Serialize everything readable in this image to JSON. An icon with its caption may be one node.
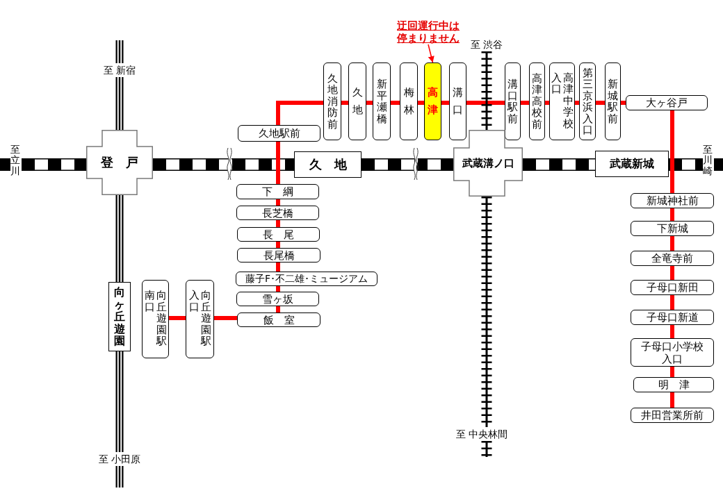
{
  "diagram": {
    "nodes": [
      {
        "text": [
          "迂回運行中は停まりません"
        ]
      },
      {
        "text": [
          "至 渋谷"
        ]
      },
      {
        "text": [
          "至 新宿"
        ]
      },
      {
        "text": [
          "久地消防前"
        ]
      },
      {
        "text": [
          "久地"
        ]
      },
      {
        "text": [
          "新平瀬橋"
        ]
      },
      {
        "text": [
          "梅林"
        ]
      },
      {
        "text": [
          "高津"
        ]
      },
      {
        "text": [
          "溝口"
        ]
      },
      {
        "text": [
          "溝口駅前"
        ]
      },
      {
        "text": [
          "高津高校前"
        ]
      },
      {
        "text": [
          "高津中学校入口"
        ]
      },
      {
        "text": [
          "第三京浜入口"
        ]
      },
      {
        "text": [
          "新城駅前"
        ]
      },
      {
        "text": [
          "大ヶ谷戸"
        ]
      },
      {
        "text": [
          "久地駅前"
        ]
      },
      {
        "text": [
          "至立川"
        ]
      },
      {
        "text": [
          "登　戸"
        ]
      },
      {
        "text": [
          "久　地"
        ]
      },
      {
        "text": [
          "武蔵溝ノ口"
        ]
      },
      {
        "text": [
          "武蔵新城"
        ]
      },
      {
        "text": [
          "至川崎"
        ]
      },
      {
        "text": [
          "下　綱"
        ]
      },
      {
        "text": [
          "新城神社前"
        ]
      },
      {
        "text": [
          "長芝橋"
        ]
      },
      {
        "text": [
          "長　尾"
        ]
      },
      {
        "text": [
          "下新城"
        ]
      },
      {
        "text": [
          "長尾橋"
        ]
      },
      {
        "text": [
          "全竜寺前"
        ]
      },
      {
        "text": [
          "藤子F･不二雄･ミュージアム"
        ]
      },
      {
        "text": [
          "向ヶ丘遊園"
        ]
      },
      {
        "text": [
          "向丘遊園駅南口"
        ]
      },
      {
        "text": [
          "向丘遊園駅入口"
        ]
      },
      {
        "text": [
          "雪ヶ坂"
        ]
      },
      {
        "text": [
          "子母口新田"
        ]
      },
      {
        "text": [
          "飯　室"
        ]
      },
      {
        "text": [
          "子母口新道"
        ]
      },
      {
        "text": [
          "子母口小学校入口"
        ]
      },
      {
        "text": [
          "明　津"
        ]
      },
      {
        "text": [
          "井田営業所前"
        ]
      },
      {
        "text": [
          "至 中央林間"
        ]
      },
      {
        "text": [
          "至 小田原"
        ]
      }
    ],
    "edges": [
      {
        "from": 31,
        "to": 32,
        "arrow": "none"
      },
      {
        "from": 32,
        "to": 35,
        "arrow": "none"
      },
      {
        "from": 35,
        "to": 33,
        "arrow": "none"
      },
      {
        "from": 33,
        "to": 29,
        "arrow": "none"
      },
      {
        "from": 29,
        "to": 27,
        "arrow": "none"
      },
      {
        "from": 27,
        "to": 25,
        "arrow": "none"
      },
      {
        "from": 25,
        "to": 24,
        "arrow": "none"
      },
      {
        "from": 24,
        "to": 22,
        "arrow": "none"
      },
      {
        "from": 22,
        "to": 15,
        "arrow": "none"
      },
      {
        "from": 15,
        "to": 3,
        "arrow": "none"
      },
      {
        "from": 3,
        "to": 4,
        "arrow": "none"
      },
      {
        "from": 4,
        "to": 5,
        "arrow": "none"
      },
      {
        "from": 5,
        "to": 6,
        "arrow": "none"
      },
      {
        "from": 6,
        "to": 7,
        "arrow": "none"
      },
      {
        "from": 7,
        "to": 8,
        "arrow": "none"
      },
      {
        "from": 8,
        "to": 9,
        "arrow": "none"
      },
      {
        "from": 9,
        "to": 10,
        "arrow": "none"
      },
      {
        "from": 10,
        "to": 11,
        "arrow": "none"
      },
      {
        "from": 11,
        "to": 12,
        "arrow": "none"
      },
      {
        "from": 12,
        "to": 13,
        "arrow": "none"
      },
      {
        "from": 13,
        "to": 14,
        "arrow": "none"
      },
      {
        "from": 14,
        "to": 23,
        "arrow": "none"
      },
      {
        "from": 23,
        "to": 26,
        "arrow": "none"
      },
      {
        "from": 26,
        "to": 28,
        "arrow": "none"
      },
      {
        "from": 28,
        "to": 34,
        "arrow": "none"
      },
      {
        "from": 34,
        "to": 36,
        "arrow": "none"
      },
      {
        "from": 36,
        "to": 37,
        "arrow": "none"
      },
      {
        "from": 37,
        "to": 38,
        "arrow": "none"
      },
      {
        "from": 38,
        "to": 39,
        "arrow": "none"
      },
      {
        "from": 0,
        "to": 7,
        "arrow": "to"
      },
      {
        "from": null,
        "to": 16,
        "arrow": "none",
        "style": "thick",
        "color": "#000000"
      },
      {
        "from": 16,
        "to": 17,
        "arrow": "none",
        "style": "thick",
        "color": "#000000"
      },
      {
        "from": 17,
        "to": 18,
        "arrow": "none",
        "style": "thick",
        "color": "#000000"
      },
      {
        "from": 18,
        "to": 19,
        "arrow": "none",
        "style": "thick",
        "color": "#000000"
      },
      {
        "from": 19,
        "to": 20,
        "arrow": "none",
        "style": "thick",
        "color": "#000000"
      },
      {
        "from": 20,
        "to": 21,
        "arrow": "none",
        "style": "thick",
        "color": "#000000"
      },
      {
        "from": 21,
        "to": null,
        "arrow": "none",
        "style": "thick",
        "color": "#000000"
      },
      {
        "from": null,
        "to": 2,
        "arrow": "none",
        "style": "thick",
        "color": "#000000"
      },
      {
        "from": 2,
        "to": 17,
        "arrow": "none",
        "style": "thick",
        "color": "#000000"
      },
      {
        "from": 17,
        "to": 30,
        "arrow": "none",
        "style": "thick",
        "color": "#000000"
      },
      {
        "from": 30,
        "to": 41,
        "arrow": "none",
        "style": "thick",
        "color": "#000000"
      },
      {
        "from": 41,
        "to": null,
        "arrow": "none",
        "style": "thick",
        "color": "#000000"
      },
      {
        "from": 1,
        "to": 19,
        "arrow": "none",
        "color": "#000000"
      },
      {
        "from": 19,
        "to": 40,
        "arrow": "none",
        "color": "#000000"
      },
      {
        "from": 40,
        "to": null,
        "arrow": "none",
        "color": "#000000"
      }
    ]
  }
}
